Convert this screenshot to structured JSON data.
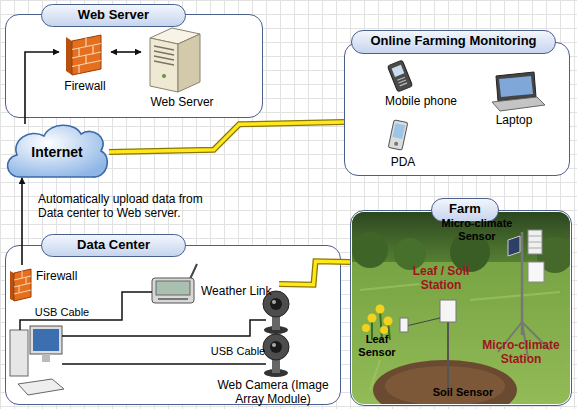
{
  "diagram": {
    "nodes": [
      {
        "text": [
          "Web Server"
        ]
      },
      {
        "text": [
          "Firewall"
        ],
        "in": 0
      },
      {
        "text": [
          "Web Server"
        ],
        "in": 0
      },
      {
        "text": [
          "Online Farming Monitoring"
        ]
      },
      {
        "text": [
          "Mobile phone"
        ],
        "in": 3
      },
      {
        "text": [
          "Laptop"
        ],
        "in": 3
      },
      {
        "text": [
          "PDA"
        ],
        "in": 3
      },
      {
        "text": [
          "Internet"
        ]
      },
      {
        "text": [
          "Data Center"
        ]
      },
      {
        "text": [
          "Firewall"
        ],
        "in": 8
      },
      {
        "text": [
          "Weather Link"
        ],
        "in": 8
      },
      {
        "text": [
          "Web Camera (Image Array Module)"
        ],
        "in": 8
      },
      {
        "text": [
          "Farm"
        ]
      }
    ],
    "edges": [
      {
        "from": 1,
        "to": 2,
        "arrow": "both"
      },
      {
        "from": 7,
        "to": 1,
        "arrow": "to"
      },
      {
        "from": 9,
        "to": 7,
        "arrow": "to",
        "label": "Automatically upload data from Data center to Web server."
      },
      {
        "from": 7,
        "to": 3,
        "arrow": "none"
      },
      {
        "from": 10,
        "to": 12,
        "arrow": "none"
      }
    ],
    "labels": [
      "USB Cable",
      "USB Cable",
      "Micro-climate Sensor",
      "Leaf / Soil Station",
      "Leaf Sensor",
      "Micro-climate Station",
      "Soil Sensor"
    ]
  }
}
